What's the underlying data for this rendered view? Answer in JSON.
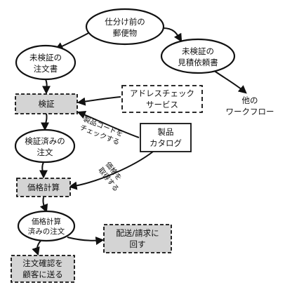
{
  "nodes": {
    "unsorted_mail": [
      "仕分け前の",
      "郵便物"
    ],
    "unverified_order": [
      "未検証の",
      "注文書"
    ],
    "unverified_quote": [
      "未検証の",
      "見積依頼書"
    ],
    "verify": "検証",
    "address_check": [
      "アドレスチェック",
      "サービス"
    ],
    "other_workflow": [
      "他の",
      "ワークフロー"
    ],
    "verified_order": [
      "検証済みの",
      "注文"
    ],
    "product_catalog": [
      "製品",
      "カタログ"
    ],
    "price_calc": "価格計算",
    "priced_order": [
      "価格計算",
      "済みの注文"
    ],
    "ship_bill": [
      "配送/請求に",
      "回す"
    ],
    "send_confirmation": [
      "注文確認を",
      "顧客に送る"
    ]
  },
  "annotations": {
    "check_code": [
      "製品コードを",
      "チェックする"
    ],
    "get_price": [
      "価格を",
      "取得する"
    ]
  }
}
